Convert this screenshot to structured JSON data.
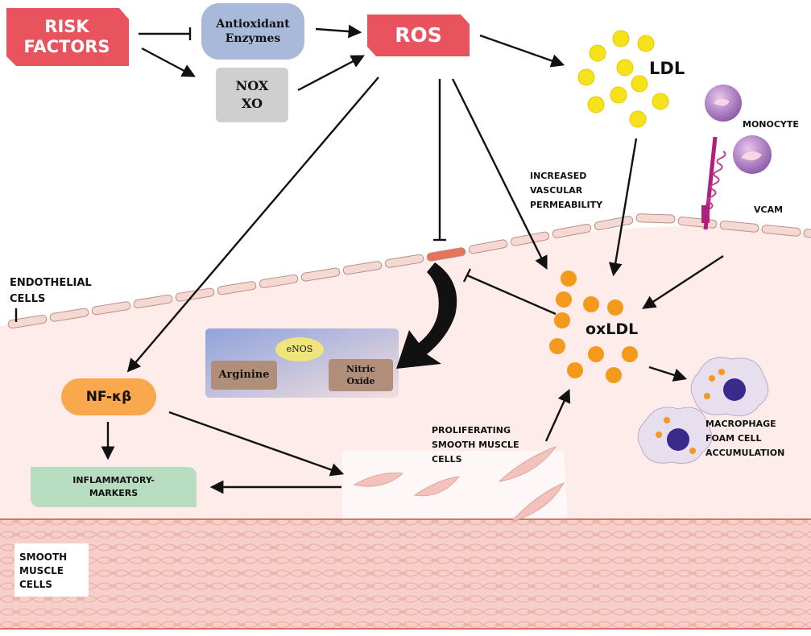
{
  "labels": {
    "risk_factors": "RISK\nFACTORS",
    "antioxidant_enzymes": "Antioxidant\nEnzymes",
    "nox_xo": "NOX\nXO",
    "ros": "ROS",
    "ldl": "LDL",
    "monocyte": "MONOCYTE",
    "vcam": "VCAM",
    "increased_vascular_permeability": "INCREASED\nVASCULAR\nPERMEABILITY",
    "endothelial_cells": "ENDOTHELIAL\nCELLS",
    "enos": "eNOS",
    "arginine": "Arginine",
    "nitric_oxide": "Nitric\nOxide",
    "oxldl": "oxLDL",
    "nf_kb": "NF-κβ",
    "inflammatory_markers": "INFLAMMATORY-\nMARKERS",
    "proliferating_smooth_muscle_cells": "PROLIFERATING\nSMOOTH MUSCLE\nCELLS",
    "macrophage_foam_cell_accumulation": "MACROPHAGE\nFOAM CELL\nACCUMULATION",
    "smooth_muscle_cells": "SMOOTH\nMUSCLE\nCELLS"
  },
  "colors": {
    "risk_red": "#e8535d",
    "antioxidant_blue": "#a9b9da",
    "nox_gray": "#cfcfcf",
    "ldl_yellow": "#f6e21a",
    "oxldl_orange": "#f39a1c",
    "nfkb_orange": "#f9a84e",
    "inflam_green": "#b8dcc0",
    "tissue_pink": "#fdecea",
    "enos_yellow": "#f0e57a",
    "arginine_brown": "#b08e7a",
    "monocyte_purple": "#a070b8"
  }
}
